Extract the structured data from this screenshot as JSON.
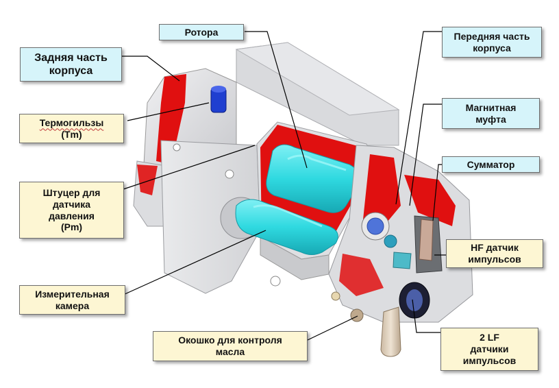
{
  "labels": {
    "rotor": "Ротора",
    "rear_line1": "Задняя часть",
    "rear_line2": "корпуса",
    "thermo_line1": "Термогильзы",
    "thermo_line2": "(Tm)",
    "fitting_line1": "Штуцер для",
    "fitting_line2": "датчика",
    "fitting_line3": "давления",
    "fitting_line4": "(Pm)",
    "chamber_line1": "Измерительная",
    "chamber_line2": "камера",
    "oil_line1": "Окошко для контроля",
    "oil_line2": "масла",
    "front_line1": "Передняя часть",
    "front_line2": "корпуса",
    "coupling_line1": "Магнитная",
    "coupling_line2": "муфта",
    "totalizer": "Сумматор",
    "hf_line1": "HF датчик",
    "hf_line2": "импульсов",
    "lf_line1": "2 LF",
    "lf_line2": "датчики",
    "lf_line3": "импульсов"
  },
  "colors": {
    "cutaway_red": "#e01010",
    "rotor_cyan": "#2fd9e0",
    "housing_gray": "#d8d9dc",
    "label_cyan": "#d6f4fa",
    "label_cream": "#fdf6d3",
    "thermowell_blue": "#1f3fd0"
  }
}
